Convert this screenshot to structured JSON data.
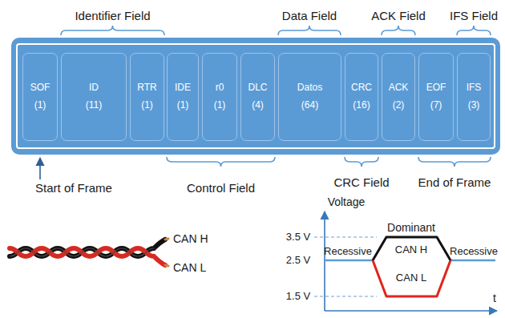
{
  "diagram": {
    "nodes": [
      {
        "text": [
          "SOF",
          "(1)"
        ]
      },
      {
        "text": [
          "ID",
          "(11)"
        ]
      },
      {
        "text": [
          "RTR",
          "(1)"
        ]
      },
      {
        "text": [
          "IDE",
          "(1)"
        ]
      },
      {
        "text": [
          "r0",
          "(1)"
        ]
      },
      {
        "text": [
          "DLC",
          "(4)"
        ]
      },
      {
        "text": [
          "Datos",
          "(64)"
        ]
      },
      {
        "text": [
          "CRC",
          "(16)"
        ]
      },
      {
        "text": [
          "ACK",
          "(2)"
        ]
      },
      {
        "text": [
          "EOF",
          "(7)"
        ]
      },
      {
        "text": [
          "IFS",
          "(3)"
        ]
      }
    ],
    "labels": [
      "Identifier Field",
      "Data Field",
      "ACK Field",
      "IFS Field",
      "Start of Frame",
      "Control Field",
      "CRC Field",
      "End of Frame",
      "CAN H",
      "CAN L",
      "Voltage",
      "3.5 V",
      "2.5 V",
      "1.5 V",
      "Dominant",
      "Recessive",
      "CAN H",
      "CAN L",
      "Recessive",
      "t"
    ]
  }
}
